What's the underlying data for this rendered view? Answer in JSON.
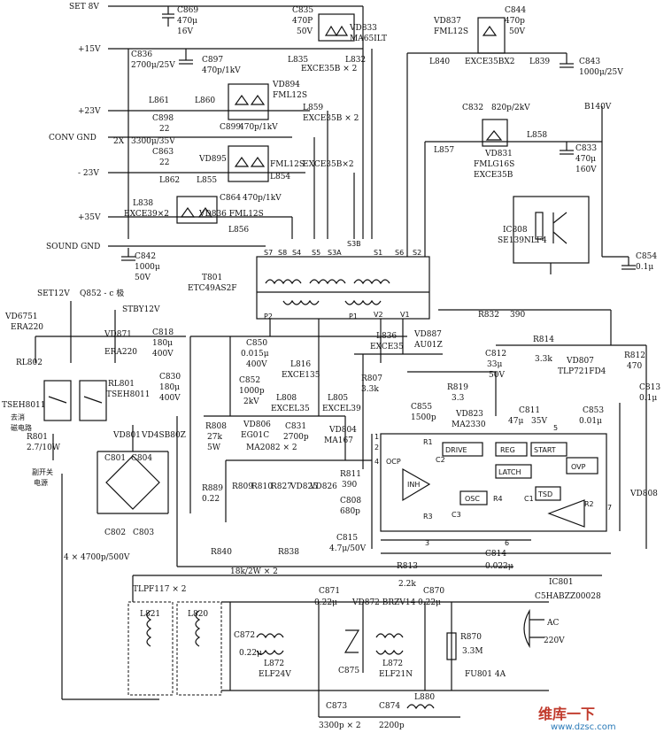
{
  "rails": {
    "set8v": "SET 8V",
    "p15v": "+15V",
    "p23v": "+23V",
    "conv_gnd": "CONV GND",
    "m23v": "- 23V",
    "p35v": "+35V",
    "sound_gnd": "SOUND GND",
    "b140v": "B140V",
    "set12v": "SET12V",
    "q852": "Q852 - c 极",
    "stby12v": "STBY12V",
    "x2": "2X"
  },
  "parts": {
    "c869": "C869",
    "c869_v": "470μ",
    "c869_r": "16V",
    "c835": "C835",
    "c835_v": "470P",
    "c835_r": "50V",
    "vd833": "VD833",
    "vd833_t": "MA65ILT",
    "l835": "L835",
    "l832": "L832",
    "excex2a": "EXCE35B × 2",
    "c844": "C844",
    "c844_v": "470p",
    "c844_r": "50V",
    "vd837": "VD837",
    "vd837_t": "FML12S",
    "l840": "L840",
    "excebx2": "EXCE35BX2",
    "l839": "L839",
    "c843": "C843",
    "c843_v": "1000μ/25V",
    "c836": "C836",
    "c836_v": "2700μ/25V",
    "c897": "C897",
    "c897_v": "470p/1kV",
    "vd894": "VD894",
    "vd894_t": "FML12S",
    "l861": "L861",
    "l860": "L860",
    "c898": "C898",
    "c898_v": "22",
    "l859": "L859",
    "excex2b": "EXCE35B × 2",
    "c899": "C899",
    "c899_v": "470p/1kV",
    "c863_v1": "3300μ/35V",
    "c863": "C863",
    "c863_v": "22",
    "vd895": "VD895",
    "fml12s_b": "FML12S",
    "l862": "L862",
    "l855": "L855",
    "l854": "L854",
    "excex2c": "EXCE35B×2",
    "c832": "C832",
    "c832_v": "820p/2kV",
    "vd831": "VD831",
    "vd831_t": "FMLG16S",
    "vd831_t2": "EXCE35B",
    "l857": "L857",
    "l858": "L858",
    "c833": "C833",
    "c833_v": "470μ",
    "c833_r": "160V",
    "l838": "L838",
    "l838_t": "EXCE39×2",
    "c864": "C864",
    "c864_v": "470p/1kV",
    "vd836": "VD836 FML12S",
    "l856": "L856",
    "ic808": "IC808",
    "ic808_t": "SE139NLF4",
    "c842": "C842",
    "c842_v": "1000μ",
    "c842_r": "50V",
    "c854": "C854",
    "c854_v": "0.1μ",
    "t801": "T801",
    "t801_t": "ETC49AS2F",
    "vd6751": "VD6751",
    "era220a": "ERA220",
    "vd871": "VD871",
    "era220b": "ERA220",
    "rl802": "RL802",
    "tseh8011a": "TSEH8011",
    "rl801": "RL801",
    "tseh8011b": "TSEH8011",
    "r801": "R801",
    "r801_v": "2.7/10W",
    "qudian1": "去消",
    "qudian2": "磁电路",
    "c818": "C818",
    "c818_v": "180μ",
    "c818_r": "400V",
    "c830": "C830",
    "c830_v": "180μ",
    "c830_r": "400V",
    "c850": "C850",
    "c850_v": "0.015μ",
    "c850_r": "400V",
    "c852": "C852",
    "c852_v": "1000p",
    "c852_r": "2kV",
    "vd806": "VD806",
    "vd806_t": "EG01C",
    "r808": "R808",
    "r808_v": "27k",
    "r808_r": "5W",
    "l816": "L816",
    "l816_t": "EXCE135",
    "l808": "L808",
    "l808_t": "EXCEL35",
    "l805": "L805",
    "l805_t": "EXCEL39",
    "c831": "C831",
    "c831_v": "2700p",
    "vd804": "VD804",
    "vd804_t": "MA167",
    "ma2082": "MA2082 × 2",
    "l836": "L836",
    "l836_t": "EXCE35",
    "vd887": "VD887",
    "vd887_t": "AU01Z",
    "r807": "R807",
    "r807_v": "3.3k",
    "r819": "R819",
    "r819_v": "3.3",
    "c855": "C855",
    "c855_v": "1500p",
    "vd823": "VD823",
    "vd823_t": "MA2330",
    "r832": "R832",
    "r832_v": "390",
    "c812": "C812",
    "c812_v": "33μ",
    "c812_r": "50V",
    "r814": "R814",
    "r814_v": "3.3k",
    "vd807": "VD807",
    "vd807_t": "TLP721FD4",
    "r812": "R812",
    "r812_v": "470",
    "c813": "C813",
    "c813_v": "0.1μ",
    "c811": "C811",
    "c811_v": "47μ",
    "c811_r": "35V",
    "c853": "C853",
    "c853_v": "0.01μ",
    "vd808": "VD808",
    "vd801": "VD801",
    "vd801_t": "VD4SB80Z",
    "c801": "C801",
    "c804": "C804",
    "c802": "C802",
    "c803": "C803",
    "fu_sw1": "副开关",
    "fu_sw2": "电源",
    "cap4x": "4 × 4700p/500V",
    "r889": "R889",
    "r889_v": "0.22",
    "r809": "R809",
    "r810": "R810",
    "r827": "R827",
    "vd825": "VD825",
    "vd826": "VD826",
    "r811": "R811",
    "r811_v": "390",
    "c808": "C808",
    "c808_v": "680p",
    "r840": "R840",
    "r838": "R838",
    "r_pair": "18k/2W × 2",
    "c815": "C815",
    "c815_v": "4.7μ/50V",
    "c814": "C814",
    "c814_v": "0.022μ",
    "r813": "R813",
    "r813_v": "2.2k",
    "ic801": "IC801",
    "ic801_t": "C5HABZZ00028",
    "tlpf": "TLPF117 × 2",
    "l821": "L821",
    "l820": "L820",
    "c872": "C872",
    "c872_v": "0.22μ",
    "c871": "C871",
    "c871_v": "0.22μ",
    "vd872": "VD872 BRZV14",
    "c870": "C870",
    "c870_v": "0.22μ",
    "r870": "R870",
    "r870_v": "3.3M",
    "l872a": "L872",
    "elf24v": "ELF24V",
    "c875": "C875",
    "l872b": "L872",
    "elf21n": "ELF21N",
    "fu801": "FU801 4A",
    "c873": "C873",
    "c873_v": "3300p × 2",
    "c874": "C874",
    "c874_v": "2200p",
    "l880": "L880",
    "ac": "AC",
    "ac_v": "220V"
  },
  "ic_blocks": {
    "drive": "DRIVE",
    "reg": "REG",
    "start": "START",
    "latch": "LATCH",
    "ovp": "OVP",
    "osc": "OSC",
    "tsd": "TSD",
    "ocp": "OCP",
    "inh": "INH",
    "r1": "R1",
    "r2": "R2",
    "r3": "R3",
    "r4": "R4",
    "c1": "C1",
    "c2": "C2",
    "c3": "C3"
  },
  "pins": {
    "s7": "S7",
    "s8": "S8",
    "s4": "S4",
    "s5": "S5",
    "s3a": "S3A",
    "s3b": "S3B",
    "s1": "S1",
    "s6": "S6",
    "s2": "S2",
    "p2": "P2",
    "p1": "P1",
    "v2": "V2",
    "v1": "V1",
    "p1n": "1",
    "p2n": "2",
    "p3n": "3",
    "p4n": "4",
    "p5n": "5",
    "p6n": "6",
    "p7n": "7"
  },
  "watermark": {
    "brand": "维库一下",
    "site": "www.dzsc.com"
  }
}
